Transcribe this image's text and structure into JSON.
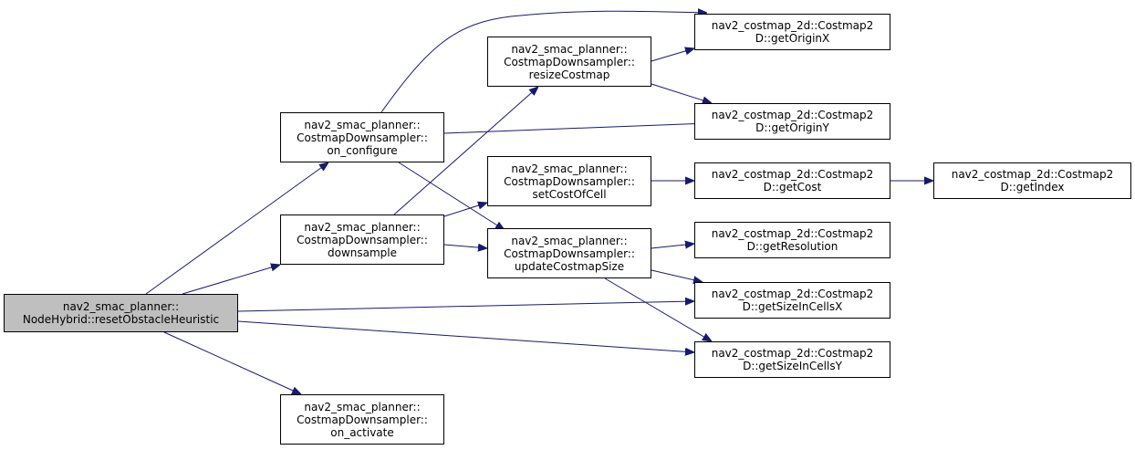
{
  "colors": {
    "edge": "#191970",
    "root_fill": "#bfbfbf",
    "node_fill": "#ffffff",
    "node_border": "#000000"
  },
  "nodes": [
    {
      "id": "root",
      "lines": [
        "nav2_smac_planner::",
        "NodeHybrid::resetObstacleHeuristic"
      ],
      "root": true
    },
    {
      "id": "on_configure",
      "lines": [
        "nav2_smac_planner::",
        "CostmapDownsampler::",
        "on_configure"
      ]
    },
    {
      "id": "downsample",
      "lines": [
        "nav2_smac_planner::",
        "CostmapDownsampler::",
        "downsample"
      ]
    },
    {
      "id": "on_activate",
      "lines": [
        "nav2_smac_planner::",
        "CostmapDownsampler::",
        "on_activate"
      ]
    },
    {
      "id": "resizeCostmap",
      "lines": [
        "nav2_smac_planner::",
        "CostmapDownsampler::",
        "resizeCostmap"
      ]
    },
    {
      "id": "setCostOfCell",
      "lines": [
        "nav2_smac_planner::",
        "CostmapDownsampler::",
        "setCostOfCell"
      ]
    },
    {
      "id": "updateCostmapSize",
      "lines": [
        "nav2_smac_planner::",
        "CostmapDownsampler::",
        "updateCostmapSize"
      ]
    },
    {
      "id": "getOriginX",
      "lines": [
        "nav2_costmap_2d::Costmap2",
        "D::getOriginX"
      ]
    },
    {
      "id": "getOriginY",
      "lines": [
        "nav2_costmap_2d::Costmap2",
        "D::getOriginY"
      ]
    },
    {
      "id": "getCost",
      "lines": [
        "nav2_costmap_2d::Costmap2",
        "D::getCost"
      ]
    },
    {
      "id": "getResolution",
      "lines": [
        "nav2_costmap_2d::Costmap2",
        "D::getResolution"
      ]
    },
    {
      "id": "getSizeInCellsX",
      "lines": [
        "nav2_costmap_2d::Costmap2",
        "D::getSizeInCellsX"
      ]
    },
    {
      "id": "getSizeInCellsY",
      "lines": [
        "nav2_costmap_2d::Costmap2",
        "D::getSizeInCellsY"
      ]
    },
    {
      "id": "getIndex",
      "lines": [
        "nav2_costmap_2d::Costmap2",
        "D::getIndex"
      ]
    }
  ],
  "edges": [
    [
      "root",
      "on_configure"
    ],
    [
      "root",
      "downsample"
    ],
    [
      "root",
      "on_activate"
    ],
    [
      "root",
      "getSizeInCellsX"
    ],
    [
      "root",
      "getSizeInCellsY"
    ],
    [
      "on_configure",
      "getOriginX"
    ],
    [
      "on_configure",
      "getOriginY"
    ],
    [
      "on_configure",
      "updateCostmapSize"
    ],
    [
      "downsample",
      "resizeCostmap"
    ],
    [
      "downsample",
      "setCostOfCell"
    ],
    [
      "downsample",
      "updateCostmapSize"
    ],
    [
      "resizeCostmap",
      "getOriginX"
    ],
    [
      "resizeCostmap",
      "getOriginY"
    ],
    [
      "setCostOfCell",
      "getCost"
    ],
    [
      "getCost",
      "getIndex"
    ],
    [
      "updateCostmapSize",
      "getResolution"
    ],
    [
      "updateCostmapSize",
      "getSizeInCellsX"
    ],
    [
      "updateCostmapSize",
      "getSizeInCellsY"
    ]
  ]
}
